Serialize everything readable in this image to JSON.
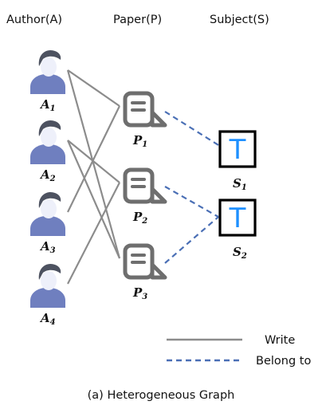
{
  "headers": {
    "author": "Author(A)",
    "paper": "Paper(P)",
    "subject": "Subject(S)"
  },
  "authors": [
    {
      "base": "A",
      "sub": "1"
    },
    {
      "base": "A",
      "sub": "2"
    },
    {
      "base": "A",
      "sub": "3"
    },
    {
      "base": "A",
      "sub": "4"
    }
  ],
  "papers": [
    {
      "base": "P",
      "sub": "1"
    },
    {
      "base": "P",
      "sub": "2"
    },
    {
      "base": "P",
      "sub": "3"
    }
  ],
  "subjects": [
    {
      "base": "S",
      "sub": "1",
      "glyph": "T"
    },
    {
      "base": "S",
      "sub": "2",
      "glyph": "T"
    }
  ],
  "edges": {
    "write": [
      [
        0,
        0
      ],
      [
        0,
        2
      ],
      [
        1,
        1
      ],
      [
        1,
        2
      ],
      [
        2,
        0
      ],
      [
        3,
        1
      ]
    ],
    "belong": [
      [
        0,
        0
      ],
      [
        1,
        1
      ],
      [
        2,
        1
      ]
    ]
  },
  "legend": {
    "write": "Write",
    "belong": "Belong to"
  },
  "caption": "(a) Heterogeneous Graph",
  "colors": {
    "write_edge": "#8c8c8c",
    "belong_edge": "#4a6fb5",
    "person_body": "#6f7fbf",
    "person_hair": "#4d5260",
    "person_face": "#eef0fa",
    "paper_icon": "#6e6e6e",
    "subject_glyph": "#1e90ff"
  }
}
